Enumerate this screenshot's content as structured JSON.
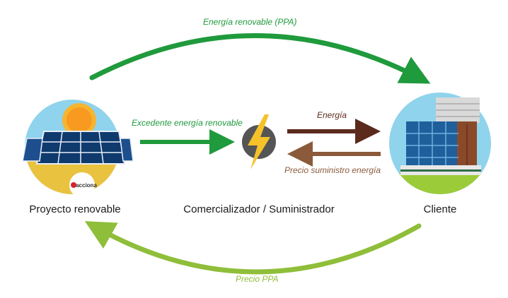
{
  "nodes": {
    "project": {
      "label": "Proyecto renovable",
      "logo_text": "acciona"
    },
    "supplier": {
      "label": "Comercializador / Suministrador"
    },
    "client": {
      "label": "Cliente"
    }
  },
  "flows": {
    "ppa_energy": "Energía renovable (PPA)",
    "surplus_energy": "Excedente energía renovable",
    "energy": "Energía",
    "supply_price": "Precio suministro energía",
    "ppa_price": "Precio PPA"
  },
  "colors": {
    "dark_green": "#1f9a3c",
    "light_green": "#8fbe3a",
    "dark_brown": "#5b2a1c",
    "light_brown": "#8a5a3a",
    "sky": "#8fd3ec",
    "sun": "#f6b530",
    "panel": "#1d4f8f",
    "bolt_circle": "#555555",
    "bolt": "#f6c22a"
  },
  "icons": [
    "solar-panel-icon",
    "sun-icon",
    "lightning-bolt-icon",
    "office-building-icon"
  ]
}
